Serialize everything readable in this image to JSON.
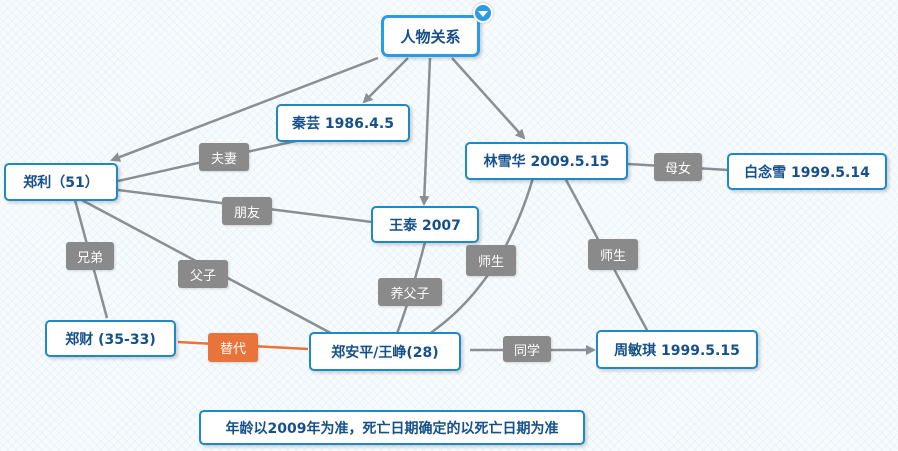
{
  "root": {
    "label": "人物关系"
  },
  "nodes": {
    "qinyun": "秦芸 1986.4.5",
    "zhengli": "郑利（51）",
    "wangtai": "王泰 2007",
    "linxuehua": "林雪华 2009.5.15",
    "bainianxue": "白念雪 1999.5.14",
    "zhengcai": "郑财 (35-33)",
    "zhenganping": "郑安平/王峥(28)",
    "zhouminqi": "周敏琪 1999.5.15"
  },
  "relations": {
    "fuqi": "夫妻",
    "pengyou": "朋友",
    "xiongdi": "兄弟",
    "fuzi": "父子",
    "yangfuzi": "养父子",
    "shisheng_a": "师生",
    "shisheng_b": "师生",
    "munv": "母女",
    "tidai": "替代",
    "tongxue": "同学"
  },
  "note": "年龄以2009年为准，死亡日期确定的以死亡日期为准",
  "colors": {
    "node_border": "#1e88c9",
    "node_text": "#16508a",
    "edge": "#8a8f96",
    "relation_bg": "#8a8a8a",
    "highlight_edge": "#e8743b"
  },
  "icons": {
    "collapse": "chevron-down-icon"
  }
}
